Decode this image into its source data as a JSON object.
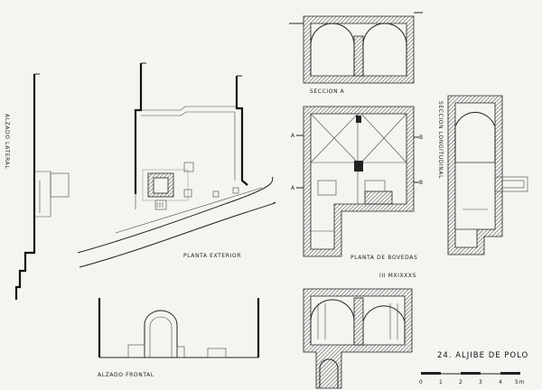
{
  "labels": {
    "alzado_lateral": "ALZADO LATERAL",
    "planta_exterior": "PLANTA EXTERIOR",
    "alzado_frontal": "ALZADO FRONTAL",
    "seccion_a": "SECCION A",
    "planta_bovedas": "PLANTA DE BOVEDAS",
    "seccion_longitudinal": "SECCION LONGITUDINAL",
    "plan_ref": "III MXIXXXS",
    "title": "24. ALJIBE DE POLO"
  },
  "scale_bar": {
    "ticks": [
      "0",
      "1",
      "2",
      "3",
      "4",
      "5m"
    ]
  },
  "colors": {
    "ink": "#222222",
    "paper": "#f4f4f1"
  }
}
